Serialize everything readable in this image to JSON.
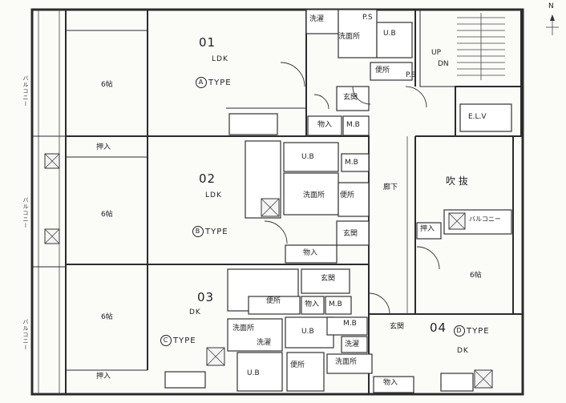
{
  "compass": {
    "label": "N"
  },
  "units": [
    {
      "number": "01",
      "layout": "LDK",
      "badge": "A",
      "type_label": "TYPE"
    },
    {
      "number": "02",
      "layout": "LDK",
      "badge": "B",
      "type_label": "TYPE"
    },
    {
      "number": "03",
      "layout": "DK",
      "badge": "C",
      "type_label": "TYPE"
    },
    {
      "number": "04",
      "layout": "DK",
      "badge": "D",
      "type_label": "TYPE"
    }
  ],
  "rooms": {
    "six_jou_1": "6帖",
    "six_jou_2": "6帖",
    "six_jou_3": "6帖",
    "six_jou_4": "6帖",
    "oshiire_1": "押入",
    "oshiire_2": "押入",
    "oshiire_3": "押入",
    "monoire_1": "物入",
    "monoire_2": "物入",
    "monoire_3": "物入",
    "monoire_4": "物入",
    "ub_1": "U.B",
    "ub_2": "U.B",
    "ub_3": "U.B",
    "ub_4": "U.B",
    "senmenjo_1": "洗面所",
    "senmenjo_2": "洗面所",
    "senmenjo_3": "洗面所",
    "senmenjo_4": "洗面所",
    "sentaku_1": "洗濯",
    "sentaku_2": "洗濯",
    "sentaku_3": "洗濯",
    "benjo_1": "便所",
    "benjo_2": "便所",
    "benjo_3": "便所",
    "benjo_4": "便所",
    "genkan_1": "玄関",
    "genkan_2": "玄関",
    "genkan_3": "玄関",
    "genkan_4": "玄関",
    "mb_1": "M.B",
    "mb_2": "M.B",
    "mb_3": "M.B",
    "mb_4": "M.B",
    "ps_1": "P.S",
    "ps_2": "P.S",
    "elv": "E.L.V",
    "up": "UP",
    "dn": "DN",
    "rouka": "廊下",
    "fukinuke": "吹 抜",
    "balcony_east": "バルコニー"
  },
  "balconies": [
    "バルコニー",
    "バルコニー",
    "バルコニー"
  ]
}
